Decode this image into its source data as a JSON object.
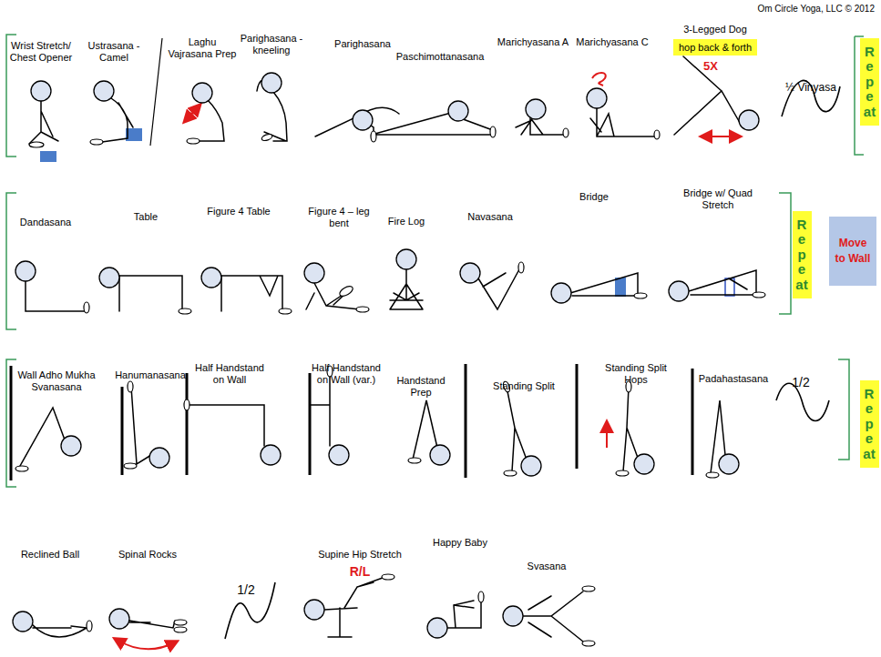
{
  "diagram": {
    "nodes": [
      {
        "text": [
          "hop back & forth"
        ]
      },
      {
        "text": [
          "Repeat"
        ]
      },
      {
        "text": [
          "Repeat"
        ]
      },
      {
        "text": [
          "Move to Wall"
        ]
      },
      {
        "text": [
          "Repeat"
        ]
      }
    ],
    "labels": [
      "Om Circle Yoga, LLC © 2012",
      "Wrist Stretch/ Chest Opener",
      "Ustrasana - Camel",
      "Laghu Vajrasana Prep",
      "Parighasana - kneeling",
      "Parighasana",
      "Paschimottanasana",
      "Marichyasana A",
      "Marichyasana C",
      "3-Legged Dog",
      "5X",
      "½ Vinyasa",
      "Dandasana",
      "Table",
      "Figure 4 Table",
      "Figure 4 – leg bent",
      "Fire Log",
      "Navasana",
      "Bridge",
      "Bridge w/ Quad Stretch",
      "Wall Adho Mukha Svanasana",
      "Hanumanasana",
      "Half Handstand on Wall",
      "Half Handstand on Wall (var.)",
      "Handstand Prep",
      "Standing Split",
      "Standing Split Hops",
      "Padahastasana",
      "1/2",
      "Reclined Ball",
      "Spinal Rocks",
      "1/2",
      "Supine Hip Stretch",
      "R/L",
      "Happy Baby",
      "Svasana"
    ]
  }
}
